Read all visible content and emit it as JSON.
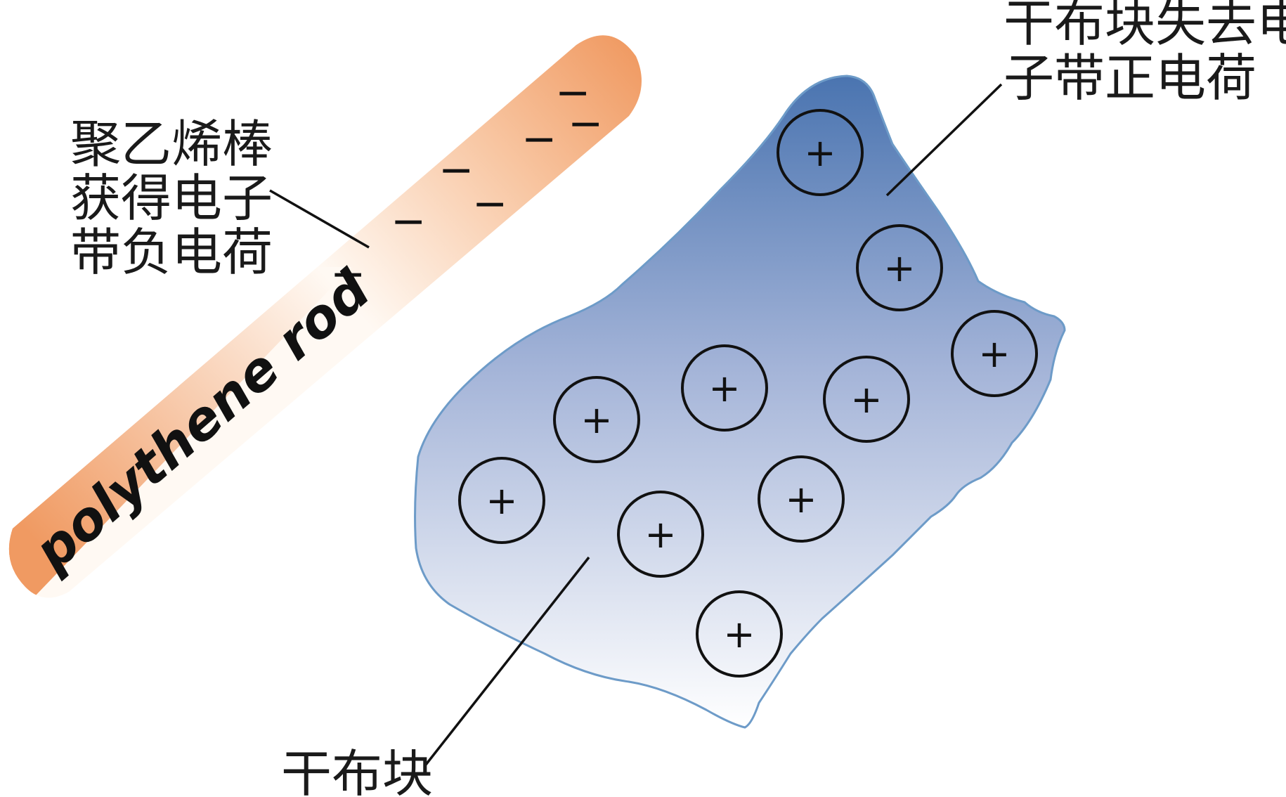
{
  "rod": {
    "text": "polythene rod",
    "color_light": "#fff9f3",
    "color_dark": "#f09a62",
    "charge_symbol": "−"
  },
  "cloth": {
    "color_top": "#4a74b0",
    "color_bottom": "#ffffff",
    "outline_color": "#6d9bc8",
    "charge_symbol": "+"
  },
  "labels": {
    "rod_label_lines": [
      "聚乙烯棒",
      "获得电子",
      "带负电荷"
    ],
    "cloth_top_lines": [
      "干布块失去电",
      "子带正电荷"
    ],
    "cloth_bottom": "干布块"
  }
}
